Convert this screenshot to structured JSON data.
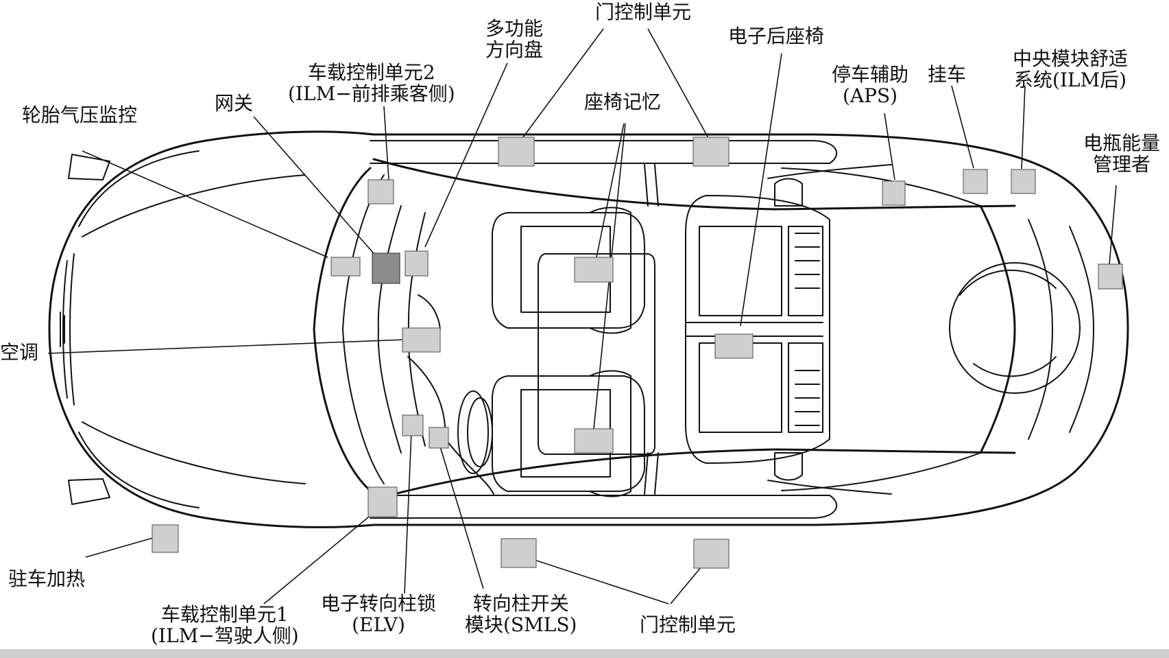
{
  "labels": {
    "door_control_top": "门控制单元",
    "multifunction_wheel": [
      "多功能",
      "方向盘"
    ],
    "electronic_rear_seat": "电子后座椅",
    "onboard_control_2": [
      "车载控制单元2",
      "(ILM−前排乘客侧)"
    ],
    "gateway": "网关",
    "seat_memory": "座椅记忆",
    "parking_assist": [
      "停车辅助",
      "(APS)"
    ],
    "trailer": "挂车",
    "central_module_comfort": [
      "中央模块舒适",
      "系统(ILM后)"
    ],
    "tire_pressure": "轮胎气压监控",
    "battery_energy": [
      "电瓶能量",
      "管理者"
    ],
    "air_conditioning": "空调",
    "parking_heater": "驻车加热",
    "onboard_control_1": [
      "车载控制单元1",
      "(ILM−驾驶人侧)"
    ],
    "elv": [
      "电子转向柱锁",
      "(ELV)"
    ],
    "smls": [
      "转向柱开关",
      "模块(SMLS)"
    ],
    "door_control_bottom": "门控制单元"
  },
  "colors": {
    "module_fill": "#cfcfcf",
    "gateway_fill": "#8c8c8c",
    "outline": "#111111",
    "footer_bar": "#cfcfcf"
  }
}
